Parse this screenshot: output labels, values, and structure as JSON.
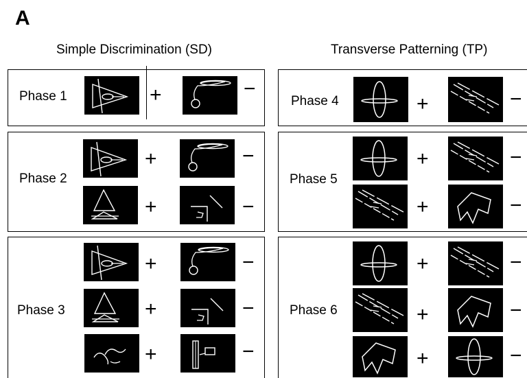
{
  "panel_letter": "A",
  "columns": {
    "left_title": "Simple Discrimination (SD)",
    "right_title": "Transverse Patterning (TP)"
  },
  "signs": {
    "plus": "+",
    "minus": "−"
  },
  "phases": {
    "p1": "Phase 1",
    "p2": "Phase 2",
    "p3": "Phase 3",
    "p4": "Phase 4",
    "p5": "Phase 5",
    "p6": "Phase 6"
  },
  "stimulus_icons": [
    "triangle-eye",
    "swirl",
    "stacked-triangles",
    "bracket-line",
    "squiggle",
    "rect-flag",
    "ellipse-cross",
    "diagonal-lines",
    "polygon"
  ]
}
